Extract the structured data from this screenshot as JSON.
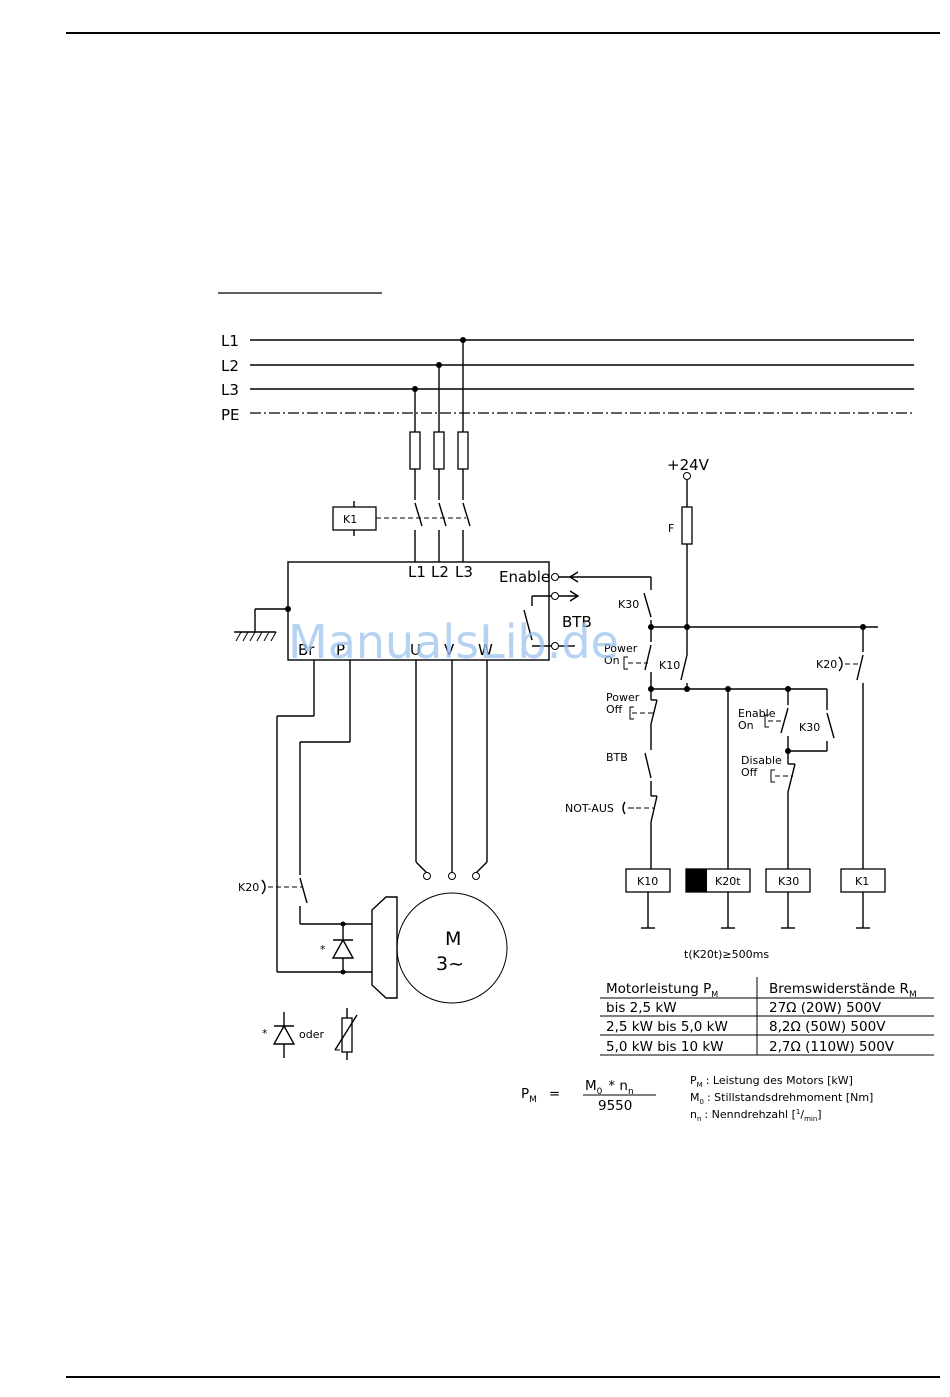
{
  "diagram": {
    "mains": {
      "l1": "L1",
      "l2": "L2",
      "l3": "L3",
      "pe": "PE"
    },
    "k1_coil": "K1",
    "drive_terminals": {
      "l1": "L1",
      "l2": "L2",
      "l3": "L3",
      "br": "Br",
      "p": "P",
      "u": "U",
      "v": "V",
      "w": "W"
    },
    "enable": "Enable",
    "btb": "BTB",
    "supply": "+24V",
    "fuse_f": "F",
    "k30": "K30",
    "k10": "K10",
    "k20": "K20",
    "power_on": [
      "Power",
      "On"
    ],
    "power_off": [
      "Power",
      "Off"
    ],
    "btb_contact": "BTB",
    "not_aus": "NOT-AUS",
    "enable_on": [
      "Enable",
      "On"
    ],
    "disable_off": [
      "Disable",
      "Off"
    ],
    "coils": {
      "k10": "K10",
      "k20t": "K20t",
      "k30": "K30",
      "k1": "K1"
    },
    "k20_left": "K20",
    "motor": [
      "M",
      "3~"
    ],
    "star": "*",
    "oder": "oder",
    "timing": "t(K20t)≥500ms"
  },
  "table": {
    "headers": [
      "Motorleistung P",
      "M",
      "Bremswiderstände R",
      "M"
    ],
    "rows": [
      [
        "bis 2,5 kW",
        "27Ω (20W) 500V"
      ],
      [
        "2,5 kW bis 5,0 kW",
        "8,2Ω (50W) 500V"
      ],
      [
        "5,0 kW bis 10 kW",
        "2,7Ω (110W) 500V"
      ]
    ]
  },
  "formula": {
    "lhs": "P",
    "lhs_sub": "M",
    "eq": "=",
    "num_m": "M",
    "num_m_sub": "0",
    "num_op": "* n",
    "num_n_sub": "n",
    "den": "9550"
  },
  "legend": [
    {
      "sym": "P",
      "sub": "M",
      "text": ": Leistung des Motors [kW]"
    },
    {
      "sym": "M",
      "sub": "0",
      "text": ": Stillstandsdrehmoment [Nm]"
    },
    {
      "sym": "n",
      "sub": "n",
      "text": ": Nenndrehzahl [",
      "sup": "1",
      "slash": "/",
      "sub2": "min",
      "end": "]"
    }
  ],
  "watermark": "ManualsLib.de"
}
